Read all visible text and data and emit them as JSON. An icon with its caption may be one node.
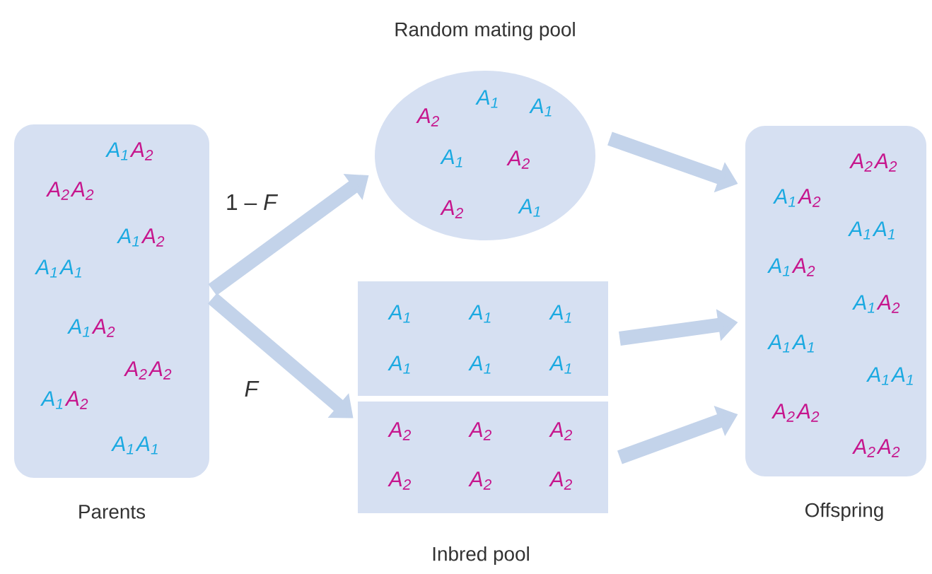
{
  "diagram": {
    "nodes": [
      {
        "text": [
          "A$_{1}$",
          "A$_{2}$",
          "A$_{2}$",
          "A$_{2}$",
          "A$_{1}$",
          "A$_{2}$",
          "A$_{1}$",
          "A$_{1}$",
          "A$_{1}$",
          "A$_{2}$",
          "A$_{2}$",
          "A$_{2}$",
          "A$_{1}$",
          "A$_{2}$",
          "A$_{1}$",
          "A$_{1}$",
          "Parents"
        ]
      },
      {
        "text": [
          "Random mating pool",
          "A$_{1}$",
          "A$_{1}$",
          "A$_{2}$",
          "A$_{1}$",
          "A$_{2}$",
          "A$_{2}$",
          "A$_{1}$"
        ]
      },
      {
        "text": [
          "A$_{1}$",
          "A$_{1}$",
          "A$_{1}$",
          "A$_{1}$",
          "A$_{1}$",
          "A$_{1}$"
        ]
      },
      {
        "text": [
          "A$_{2}$",
          "A$_{2}$",
          "A$_{2}$",
          "A$_{2}$",
          "A$_{2}$",
          "A$_{2}$"
        ]
      },
      {
        "text": [
          "A$_{2}$",
          "A$_{2}$",
          "A$_{1}$",
          "A$_{2}$",
          "A$_{1}$",
          "A$_{1}$",
          "A$_{1}$",
          "A$_{2}$",
          "A$_{1}$",
          "A$_{2}$",
          "A$_{1}$",
          "A$_{1}$",
          "A$_{1}$",
          "A$_{1}$",
          "A$_{2}$",
          "A$_{2}$",
          "A$_{2}$",
          "A$_{2}$",
          "Offspring"
        ]
      }
    ],
    "edges": [
      {
        "from": 0,
        "to": 1,
        "arrow": "to",
        "label": "1 – *F*"
      },
      {
        "from": 0,
        "to": 3,
        "arrow": "to",
        "label": "*F*"
      },
      {
        "from": 1,
        "to": 4,
        "arrow": "to"
      },
      {
        "from": 2,
        "to": 4,
        "arrow": "to"
      },
      {
        "from": 3,
        "to": 4,
        "arrow": "to"
      }
    ],
    "labels": [
      "Inbred pool"
    ]
  }
}
